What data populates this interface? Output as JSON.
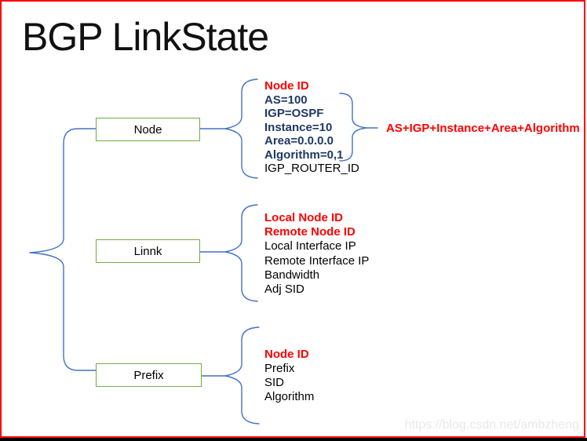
{
  "title": "BGP LinkState",
  "boxes": {
    "node": "Node",
    "link": "Linnk",
    "prefix": "Prefix"
  },
  "node_section": {
    "attributes": [
      "Node ID",
      "AS=100",
      "IGP=OSPF",
      "Instance=10",
      "Area=0.0.0.0",
      "Algorithm=0,1",
      "IGP_ROUTER_ID"
    ],
    "annotation": "AS+IGP+Instance+Area+Algorithm"
  },
  "link_section": {
    "attributes": [
      "Local Node ID",
      "Remote Node ID",
      "Local Interface IP",
      "Remote Interface IP",
      "Bandwidth",
      "Adj SID"
    ]
  },
  "prefix_section": {
    "attributes": [
      "Node ID",
      "Prefix",
      "SID",
      "Algorithm"
    ]
  },
  "watermark": "https://blog.csdn.net/ambzheng",
  "colors": {
    "page_border": "#FF0000",
    "bottom_bar": "#000000",
    "box_border": "#70AD47",
    "brace": "#4472C4",
    "highlight_red": "#FF0000",
    "value_navy": "#1F3864",
    "text_black": "#000000",
    "watermark_gray": "#E9E9E9"
  }
}
